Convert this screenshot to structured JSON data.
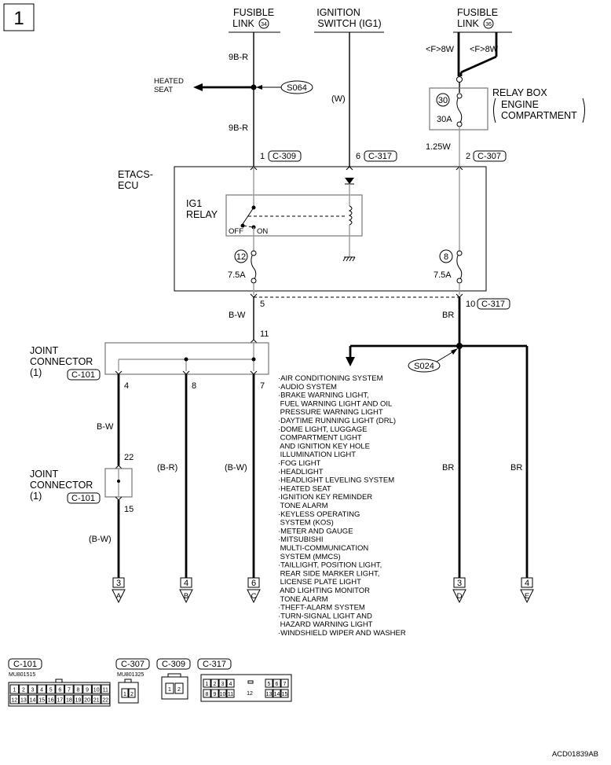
{
  "page_number": "1",
  "figure_code": "ACD01839AB",
  "top": {
    "fusible_link_34": [
      "FUSIBLE",
      "LINK",
      "34"
    ],
    "ignition_switch": [
      "IGNITION",
      "SWITCH (IG1)"
    ],
    "fusible_link_36": [
      "FUSIBLE",
      "LINK",
      "36"
    ]
  },
  "labels": {
    "heated_seat": [
      "HEATED",
      "SEAT"
    ],
    "splice_s064": "S064",
    "splice_s024": "S024",
    "wire_9br_upper": "9B-R",
    "wire_9br_lower": "9B-R",
    "wire_w": "(W)",
    "f8w_left": "<F>8W",
    "f8w_right": "<F>8W",
    "fuse_30": "30",
    "fuse_30a": "30A",
    "relay_box": [
      "RELAY BOX",
      "ENGINE",
      "COMPARTMENT"
    ],
    "wire_125w": "1.25W",
    "pin1": "1",
    "pin6": "6",
    "pin2": "2",
    "conn_c309": "C-309",
    "conn_c317a": "C-317",
    "conn_c307": "C-307",
    "etacs": [
      "ETACS-",
      "ECU"
    ],
    "ig1_relay": [
      "IG1",
      "RELAY"
    ],
    "off": "OFF",
    "on": "ON",
    "fuse12": "12",
    "fuse8": "8",
    "fuse_75a_left": "7.5A",
    "fuse_75a_right": "7.5A",
    "pin5": "5",
    "pin10": "10",
    "conn_c317b": "C-317",
    "wire_bw_upper": "B-W",
    "wire_br_upper": "BR",
    "pin11": "11",
    "joint1": [
      "JOINT",
      "CONNECTOR",
      "(1)"
    ],
    "conn_c101a": "C-101",
    "pin4": "4",
    "pin8": "8",
    "pin7": "7",
    "wire_bw_mid": "B-W",
    "pin22": "22",
    "joint2": [
      "JOINT",
      "CONNECTOR",
      "(1)"
    ],
    "conn_c101b": "C-101",
    "pin15": "15",
    "wire_br_paren": "(B-R)",
    "wire_bw_paren_c": "(B-W)",
    "wire_bw_paren_a": "(B-W)",
    "wire_br_d": "BR",
    "wire_br_e": "BR",
    "term_a": [
      "3",
      "A"
    ],
    "term_b": [
      "4",
      "B"
    ],
    "term_c": [
      "6",
      "C"
    ],
    "term_d": [
      "3",
      "D"
    ],
    "term_e": [
      "4",
      "E"
    ]
  },
  "systems": [
    "·AIR CONDITIONING SYSTEM",
    "·AUDIO SYSTEM",
    "·BRAKE WARNING LIGHT,",
    " FUEL WARNING LIGHT AND OIL",
    " PRESSURE WARNING LIGHT",
    "·DAYTIME RUNNING LIGHT (DRL)",
    "·DOME LIGHT, LUGGAGE",
    " COMPARTMENT LIGHT",
    " AND IGNITION KEY HOLE",
    " ILLUMINATION LIGHT",
    "·FOG LIGHT",
    "·HEADLIGHT",
    "·HEADLIGHT LEVELING SYSTEM",
    "·HEATED SEAT",
    "·IGNITION KEY REMINDER",
    " TONE ALARM",
    "·KEYLESS OPERATING",
    " SYSTEM (KOS)",
    "·METER AND GAUGE",
    "·MITSUBISHI",
    " MULTI-COMMUNICATION",
    " SYSTEM (MMCS)",
    "·TAILLIGHT, POSITION LIGHT,",
    " REAR SIDE MARKER LIGHT,",
    " LICENSE PLATE LIGHT",
    " AND LIGHTING MONITOR",
    " TONE ALARM",
    "·THEFT-ALARM SYSTEM",
    "·TURN-SIGNAL LIGHT AND",
    " HAZARD WARNING LIGHT",
    "·WINDSHIELD WIPER AND WASHER"
  ],
  "connectors": {
    "c101": {
      "name": "C-101",
      "part": "MU801515",
      "row1": [
        "1",
        "2",
        "3",
        "4",
        "5",
        "6",
        "7",
        "8",
        "9",
        "10",
        "11"
      ],
      "row2": [
        "12",
        "13",
        "14",
        "15",
        "16",
        "17",
        "18",
        "19",
        "20",
        "21",
        "22"
      ]
    },
    "c307": {
      "name": "C-307",
      "part": "MU801325",
      "pins": [
        "1",
        "2"
      ]
    },
    "c309": {
      "name": "C-309",
      "pins": [
        "1",
        "2"
      ]
    },
    "c317": {
      "name": "C-317",
      "row1_left": [
        "1",
        "2",
        "3",
        "4"
      ],
      "row1_right": [
        "5",
        "6",
        "7"
      ],
      "row2_left": [
        "8",
        "9",
        "10",
        "11"
      ],
      "center": "12",
      "row2_right": [
        "13",
        "14",
        "15"
      ]
    }
  }
}
